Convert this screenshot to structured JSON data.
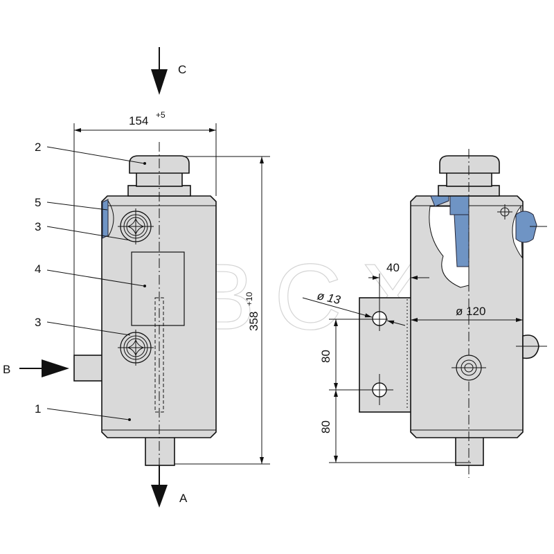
{
  "watermark": "ABCX",
  "flow_labels": {
    "c": "C",
    "b": "B",
    "a": "A"
  },
  "callouts": [
    "2",
    "5",
    "3",
    "4",
    "3",
    "1"
  ],
  "dimensions": {
    "width_value": "154",
    "width_tol": "+5",
    "height_value": "358",
    "height_tol": "+10",
    "offset_40": "40",
    "hole_dia": "ø 13",
    "body_dia": "ø 120",
    "spacing_1": "80",
    "spacing_2": "80"
  },
  "colors": {
    "body": "#d9d9d9",
    "section": "#6f94c4"
  }
}
